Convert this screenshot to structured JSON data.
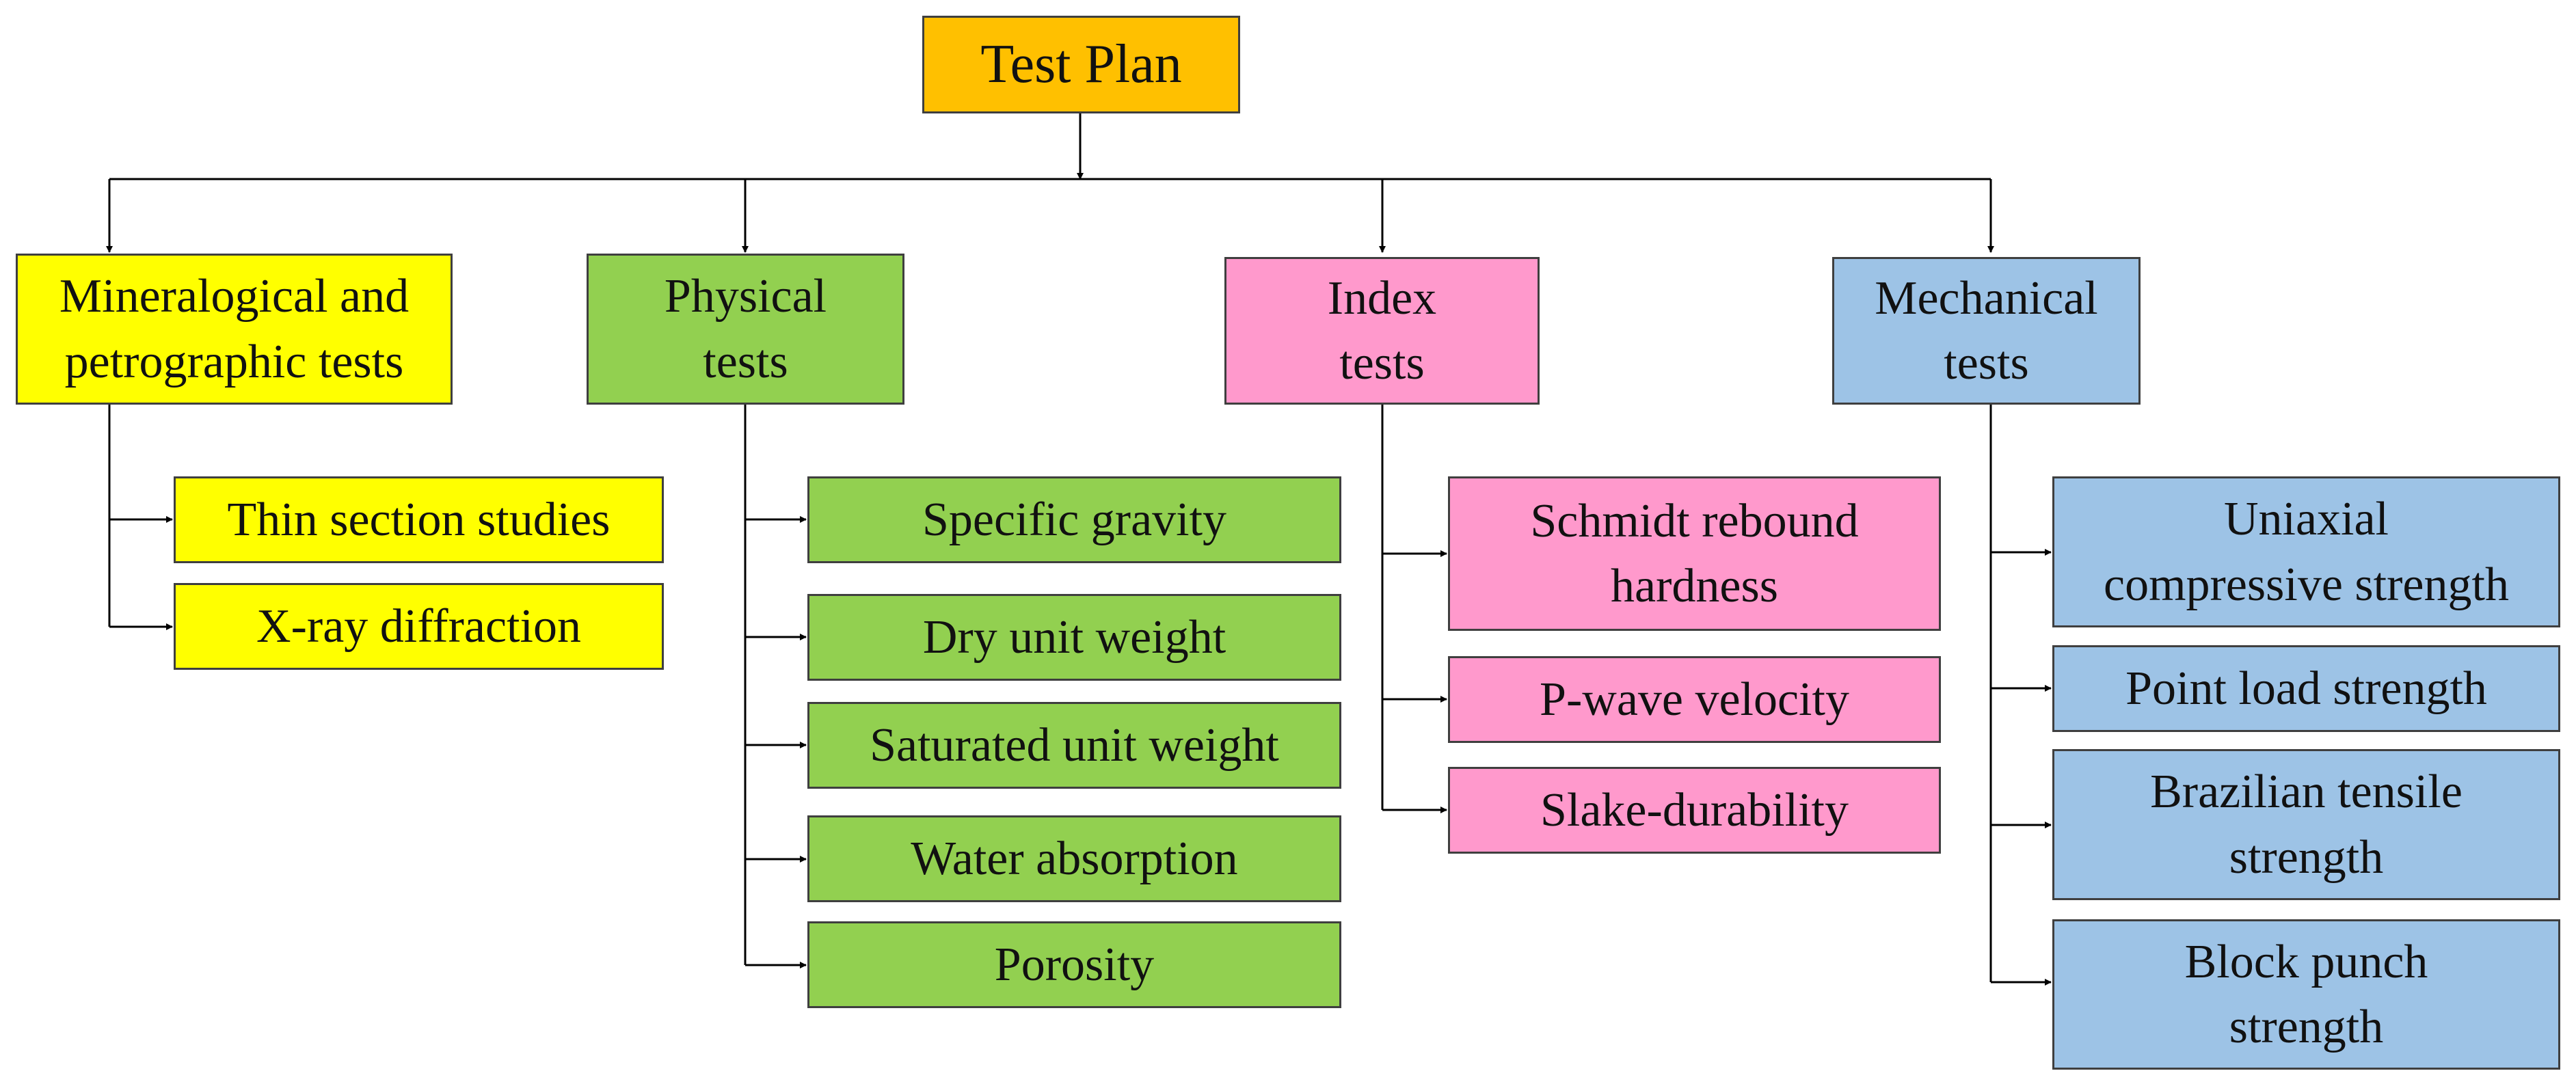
{
  "title": "Test Plan",
  "colors": {
    "root": "#ffc000",
    "mineralogical": "#ffff00",
    "physical": "#92d050",
    "index": "#ff99cc",
    "mechanical": "#9dc3e6",
    "line": "#000000",
    "border": "#3f3f3f"
  },
  "categories": [
    {
      "label": "Mineralogical and\npetrographic tests",
      "items": [
        "Thin section studies",
        "X-ray diffraction"
      ]
    },
    {
      "label": "Physical\ntests",
      "items": [
        "Specific gravity",
        "Dry unit weight",
        "Saturated unit weight",
        "Water absorption",
        "Porosity"
      ]
    },
    {
      "label": "Index\ntests",
      "items": [
        "Schmidt rebound\nhardness",
        "P-wave velocity",
        "Slake-durability"
      ]
    },
    {
      "label": "Mechanical\ntests",
      "items": [
        "Uniaxial\ncompressive strength",
        "Point load strength",
        "Brazilian tensile\nstrength",
        "Block punch\nstrength"
      ]
    }
  ]
}
